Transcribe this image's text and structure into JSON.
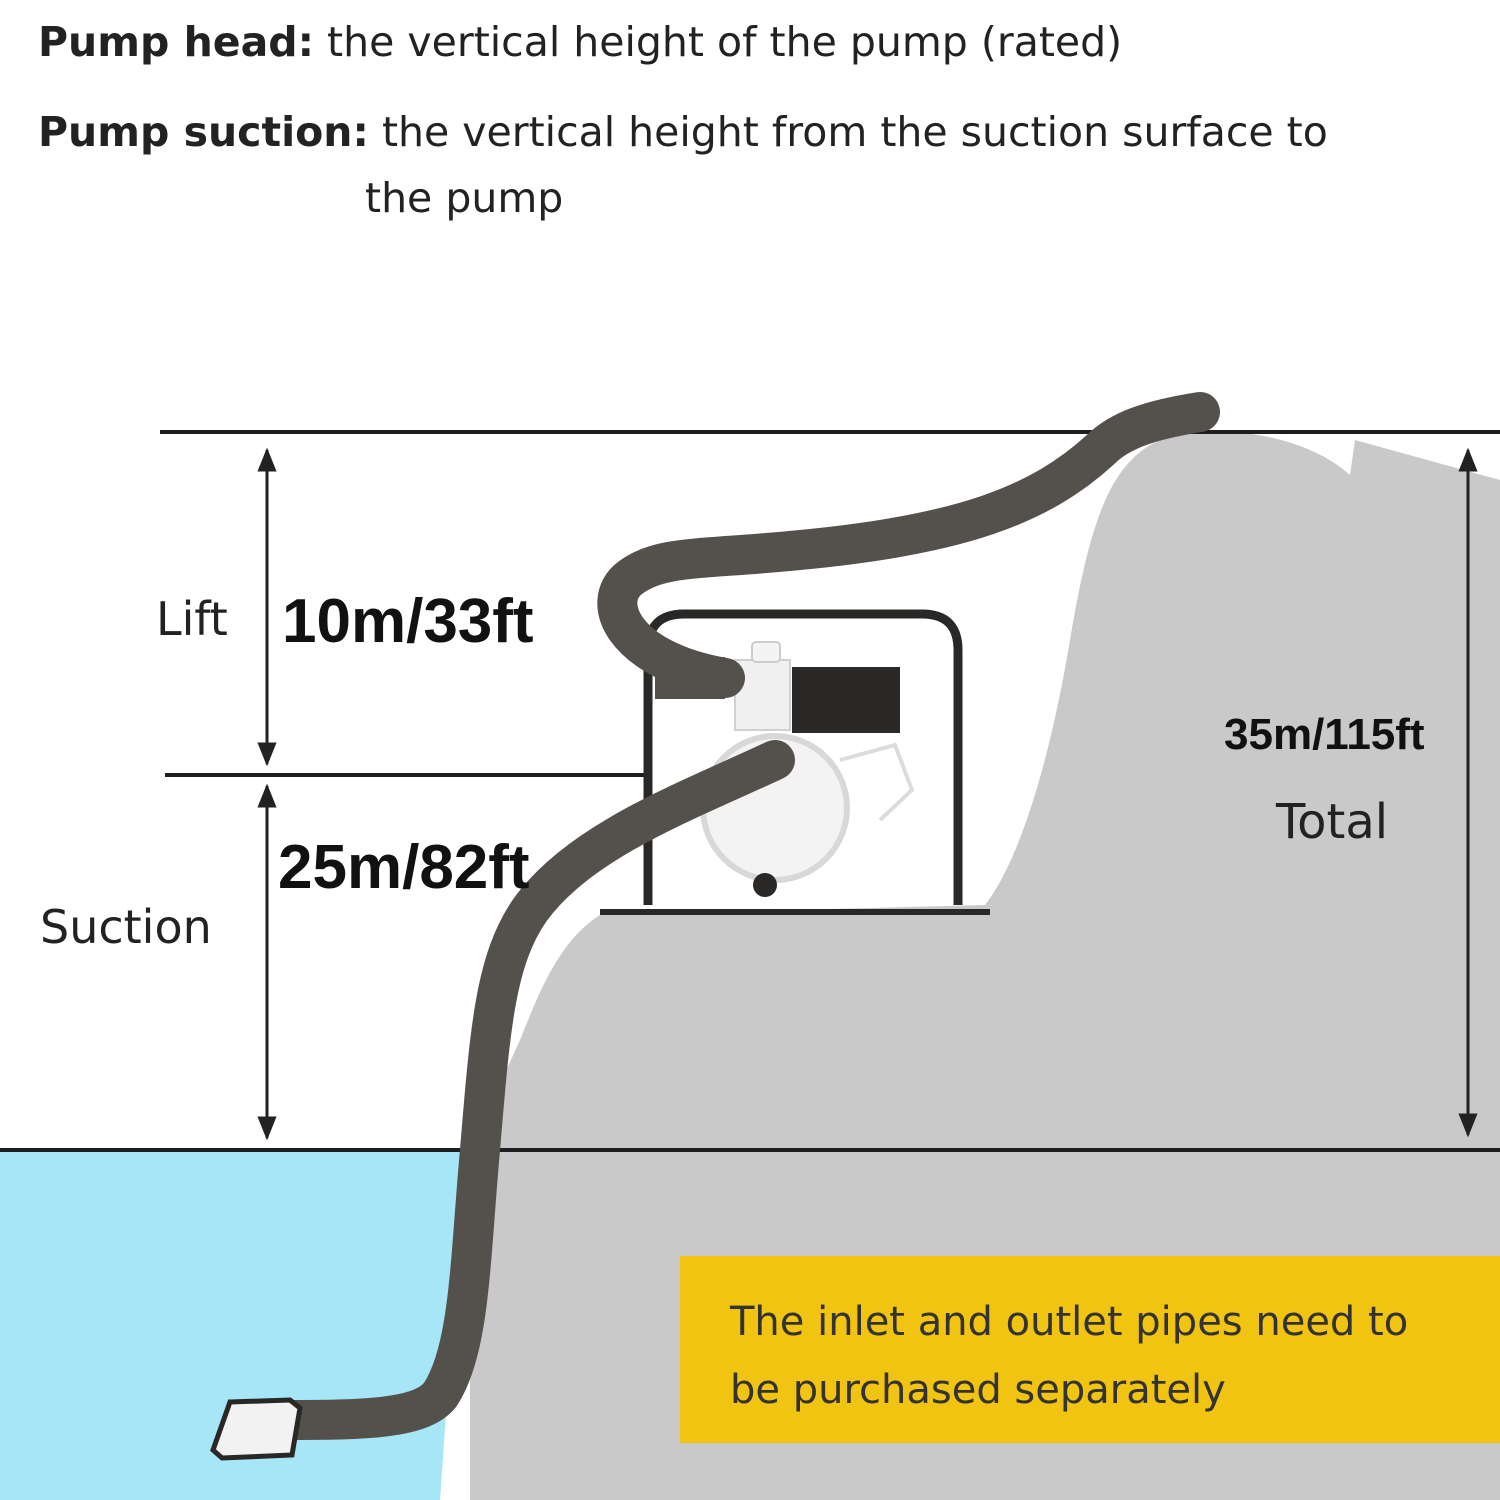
{
  "definitions": {
    "head_term": "Pump head:",
    "head_text": "the vertical height of the pump (rated)",
    "suction_term": "Pump suction:",
    "suction_text": "the vertical height from the suction surface to",
    "suction_text_cont": "the pump"
  },
  "labels": {
    "lift": "Lift",
    "suction": "Suction",
    "total": "Total"
  },
  "values": {
    "lift": "10m/33ft",
    "suction": "25m/82ft",
    "total": "35m/115ft"
  },
  "note": {
    "line1": "The inlet and outlet pipes need to",
    "line2": "be purchased separately"
  },
  "colors": {
    "water": "#a6e6f7",
    "ground": "#c9c9c9",
    "hose": "#54514d",
    "note_bg": "#f2c412"
  }
}
